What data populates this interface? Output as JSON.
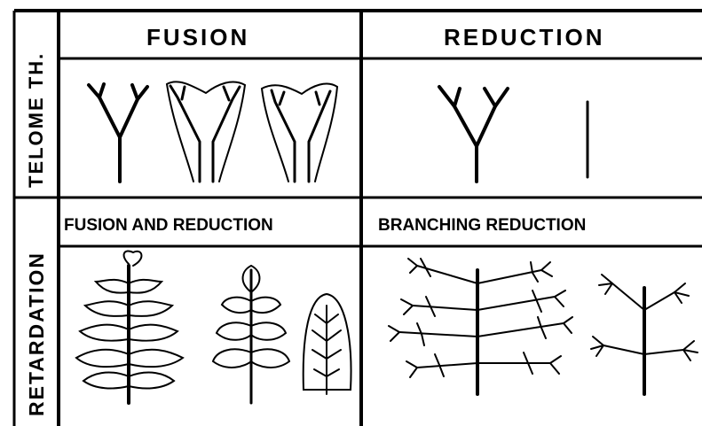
{
  "side_labels": {
    "top": "TELOME TH.",
    "bottom": "RETARDATION"
  },
  "headers": {
    "fusion": "FUSION",
    "reduction": "REDUCTION"
  },
  "subheaders": {
    "fusion_and_reduction": "FUSION AND REDUCTION",
    "branching_reduction": "BRANCHING REDUCTION"
  }
}
